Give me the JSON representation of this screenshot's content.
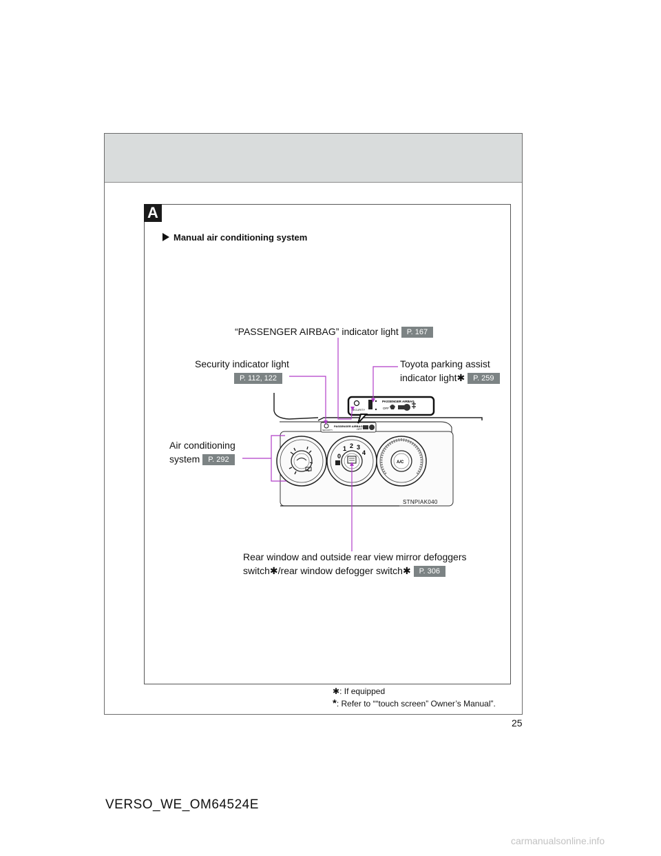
{
  "page": {
    "section_tab": "A",
    "section_title": "Manual air conditioning system",
    "figure_code": "STNPIAK040",
    "page_number": "25",
    "doc_id": "VERSO_WE_OM64524E",
    "watermark": "carmanualsonline.info"
  },
  "callouts": {
    "passenger_airbag": {
      "text": "“PASSENGER AIRBAG” indicator light",
      "ref": "P. 167"
    },
    "security": {
      "text": "Security indicator light",
      "ref": "P. 112, 122"
    },
    "parking_assist": {
      "line1": "Toyota parking assist",
      "line2": "indicator light",
      "ref": "P. 259"
    },
    "air_conditioning": {
      "line1": "Air conditioning",
      "line2": "system",
      "ref": "P. 292"
    },
    "defogger": {
      "line1": "Rear window and outside rear view mirror defoggers",
      "line2a": "switch",
      "line2b": "/rear window defogger switch",
      "ref": "P. 306"
    }
  },
  "footnotes": [
    {
      "mark": "✱",
      "text": ": If equipped"
    },
    {
      "mark": "*",
      "text": ": Refer to ““touch screen” Owner’s Manual”."
    }
  ],
  "asterisk_mark": "✱",
  "illustration": {
    "indicator_strip": {
      "label": "PASSENGER AIRBAG",
      "off_label": "OFF",
      "security_label": "SECURITY"
    },
    "inset": {
      "label": "PASSENGER AIRBAG",
      "off_label": "OFF",
      "security_label": "SECURITY"
    },
    "fan_dial": [
      "0",
      "1",
      "2",
      "3",
      "4"
    ],
    "ac_button": "A/C"
  },
  "colors": {
    "leader_line": "#b03cc8",
    "ref_box": "#7c8384",
    "header_band": "#d9dcdc"
  }
}
